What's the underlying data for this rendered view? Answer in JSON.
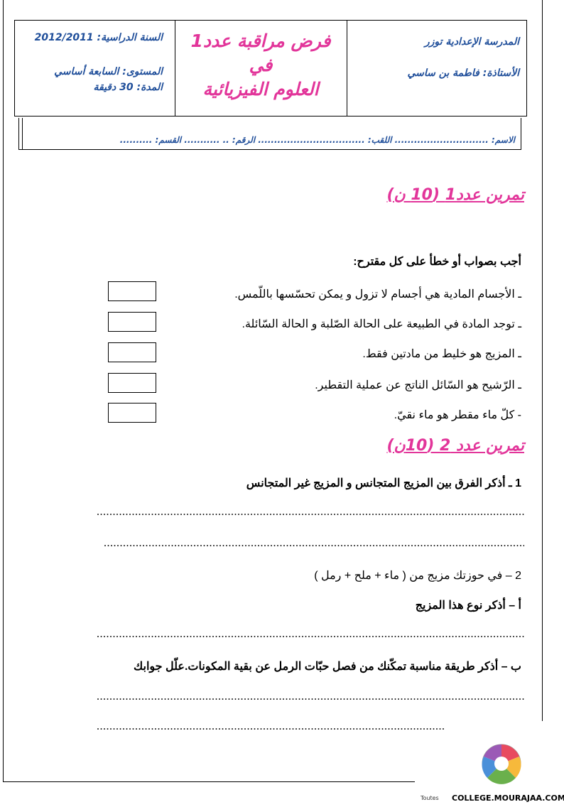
{
  "header": {
    "school": "المدرسة الإعدادية توزر",
    "teacher": "الأستاذة: فاطمة بن ساسي",
    "title_line1": "فرض مراقبة عدد1",
    "title_line2": "في",
    "title_line3": "العلوم الفيزيائية",
    "year": "السنة الدراسية: 2012/2011",
    "level": "المستوى: السابعة  أساسي",
    "duration": "المدة: 30 دقيقة"
  },
  "student_info": "الاسم: ............................. اللقب: ................................. الرقم: .. ........... القسم: ..........",
  "exercise1": {
    "title": "تمرين عدد1 (10 ن)",
    "instruction": "أجب بصواب أو خطأ على كل مقترح:",
    "items": [
      "ـ الأجسام المادية هي أجسام لا تزول و يمكن تحسّسها باللّمس.",
      "ـ توجد المادة في الطبيعة على الحالة الصّلبة و الحالة السّائلة.",
      "ـ المزيج هو خليط من مادتين فقط.",
      "ـ الرّشيح هو السّائل الناتج عن عملية التقطير.",
      "- كلّ ماء مقطر هو ماء نقيّ."
    ]
  },
  "exercise2": {
    "title": "تمرين عدد 2 (10ن)",
    "q1": "1 ـ أذكر الفرق بين المزيج المتجانس و المزيج غير المتجانس",
    "q2": "2 – في حوزتك مزيج من ( ماء + ملح + رمل )",
    "q2a": "أ – أذكر نوع هذا المزيج",
    "q2b": "ب – أذكر طريقة مناسبة تمكّنك من فصل حبّات الرمل عن بقية المكونات.علّل جوابك",
    "dots": "......................................................................................................................................................................."
  },
  "footer": {
    "site": "COLLEGE.MOURAJAA.COM",
    "corner": "Toutes"
  }
}
